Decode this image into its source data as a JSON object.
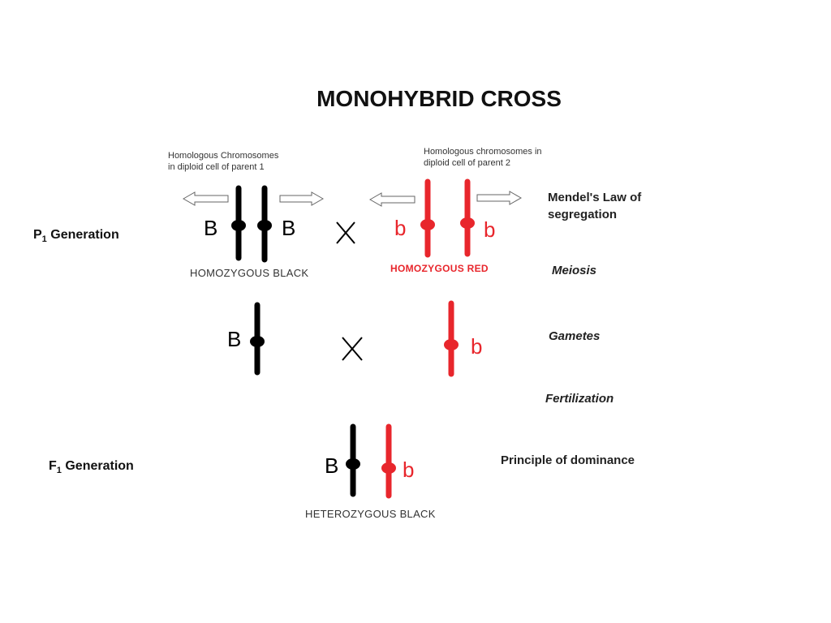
{
  "title": "MONOHYBRID CROSS",
  "colors": {
    "parent1": "#000000",
    "parent2": "#e8262c",
    "text": "#222222"
  },
  "generations": {
    "p1": {
      "letter": "P",
      "sub": "1",
      "label": "Generation"
    },
    "f1": {
      "letter": "F",
      "sub": "1",
      "label": "Generation"
    }
  },
  "parent1": {
    "caption_line1": "Homologous Chromosomes",
    "caption_line2": "in diploid cell of parent 1",
    "allele_left": "B",
    "allele_right": "B",
    "genotype_label": "HOMOZYGOUS BLACK"
  },
  "parent2": {
    "caption_line1": "Homologous chromosomes in",
    "caption_line2": "diploid cell of parent 2",
    "allele_left": "b",
    "allele_right": "b",
    "genotype_label": "HOMOZYGOUS RED"
  },
  "cross_symbol": "X",
  "gametes": {
    "parent1_allele": "B",
    "parent2_allele": "b"
  },
  "offspring": {
    "allele_left": "B",
    "allele_right": "b",
    "genotype_label": "HETEROZYGOUS BLACK"
  },
  "steps": {
    "segregation_line1": "Mendel's Law of",
    "segregation_line2": "segregation",
    "meiosis": "Meiosis",
    "gametes": "Gametes",
    "fertilization": "Fertilization",
    "dominance": "Principle of dominance"
  }
}
